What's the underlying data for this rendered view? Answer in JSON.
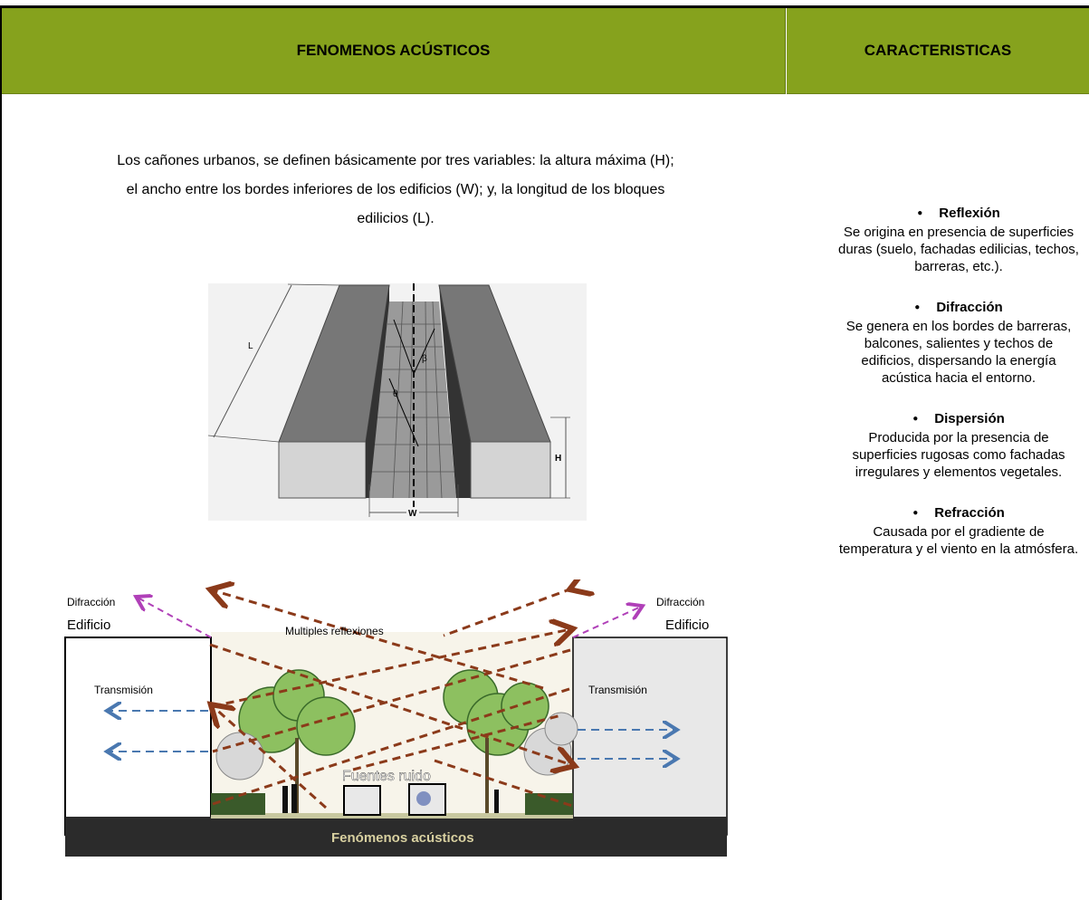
{
  "header": {
    "left_title": "FENOMENOS ACÚSTICOS",
    "right_title": "CARACTERISTICAS"
  },
  "intro": {
    "line1": "Los cañones urbanos, se definen básicamente por tres variables: la altura máxima (H);",
    "line2": "el ancho entre los bordes inferiores de los edificios (W); y, la longitud de los bloques",
    "line3": "edilicios (L)."
  },
  "canyon_diagram": {
    "label_L": "L",
    "label_H": "H",
    "label_W": "W",
    "label_theta": "θ",
    "label_beta": "β"
  },
  "acoustic_diagram": {
    "diffraction_left": "Difracción",
    "diffraction_right": "Difracción",
    "multiple_reflections": "Multiples reflexiones",
    "building_left": "Edificio",
    "building_right": "Edificio",
    "transmission_left": "Transmisión",
    "transmission_right": "Transmisión",
    "noise_sources": "Fuentes ruido",
    "bottom_label": "Fenómenos acústicos"
  },
  "features": [
    {
      "name": "Reflexión",
      "desc": "Se origina en presencia de superficies duras (suelo, fachadas edilicias, techos, barreras, etc.)."
    },
    {
      "name": "Difracción",
      "desc": "Se genera en los bordes de barreras, balcones, salientes y techos de edificios, dispersando la energía acústica hacia el entorno."
    },
    {
      "name": "Dispersión",
      "desc": "Producida por la presencia de superficies rugosas como fachadas irregulares y elementos vegetales."
    },
    {
      "name": "Refracción",
      "desc": "Causada por el gradiente de temperatura y el viento en la atmósfera."
    }
  ],
  "colors": {
    "header_green": "#86a21d",
    "reflection_arrow": "#8b3a1a",
    "diffraction_arrow": "#b040b8",
    "transmission_arrow": "#4a78b0"
  }
}
